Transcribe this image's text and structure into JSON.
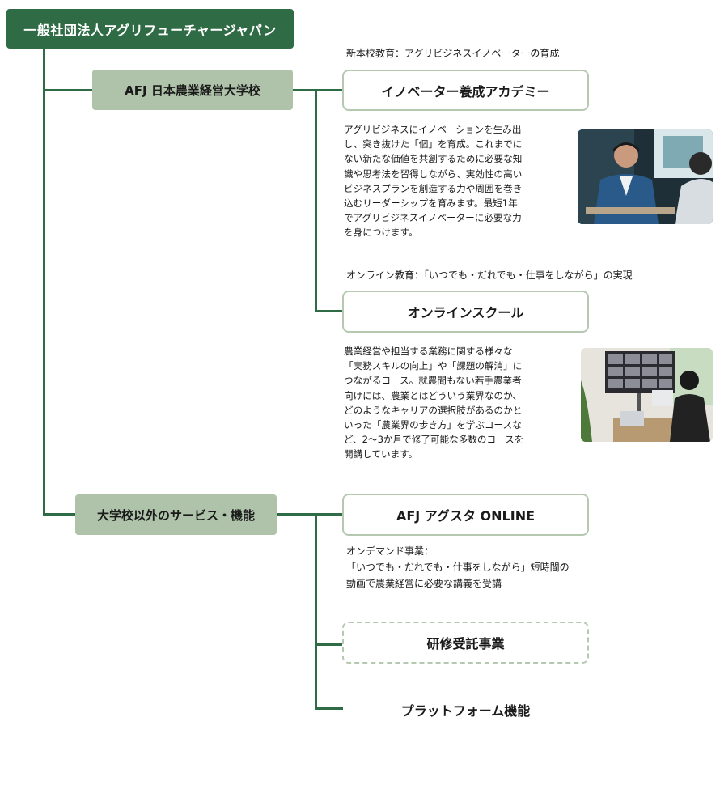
{
  "org": {
    "title": "一般社団法人アグリフューチャージャパン"
  },
  "university": {
    "label": "AFJ 日本農業経営大学校",
    "programs": [
      {
        "caption": "新本校教育：アグリビジネスイノベーターの育成",
        "name": "イノベーター養成アカデミー",
        "description": [
          "アグリビジネスにイノベーションを生み出",
          "し、突き抜けた「個」を育成。これまでに",
          "ない新たな価値を共創するために必要な知",
          "識や思考法を習得しながら、実効性の高い",
          "ビジネスプランを創造する力や周囲を巻き",
          "込むリーダーシップを育みます。最短1年",
          "でアグリビジネスイノベーターに必要な力",
          "を身につけます。"
        ],
        "photo_icon": "person-meeting-photo"
      },
      {
        "caption": "オンライン教育：「いつでも・だれでも・仕事をしながら」の実現",
        "name": "オンラインスクール",
        "description": [
          "農業経営や担当する業務に関する様々な",
          "「実務スキルの向上」や「課題の解消」に",
          "つながるコース。就農間もない若手農業者",
          "向けには、農業とはどういう業界なのか、",
          "どのようなキャリアの選択肢があるのかと",
          "いった「農業界の歩き方」を学ぶコースな",
          "ど、2〜3か月で修了可能な多数のコースを",
          "開講しています。"
        ],
        "photo_icon": "online-class-photo"
      }
    ]
  },
  "other": {
    "label": "大学校以外のサービス・機能",
    "services": [
      {
        "name": "AFJ アグスタ ONLINE",
        "caption_lines": [
          "オンデマンド事業：",
          "「いつでも・だれでも・仕事をしながら」短時間の",
          "動画で農業経営に必要な講義を受講"
        ]
      },
      {
        "name": "研修受託事業"
      },
      {
        "name": "プラットフォーム機能"
      }
    ]
  },
  "colors": {
    "dark_green": "#2f6b45",
    "light_green": "#aec3a9",
    "border_green": "#b5c9b1"
  }
}
